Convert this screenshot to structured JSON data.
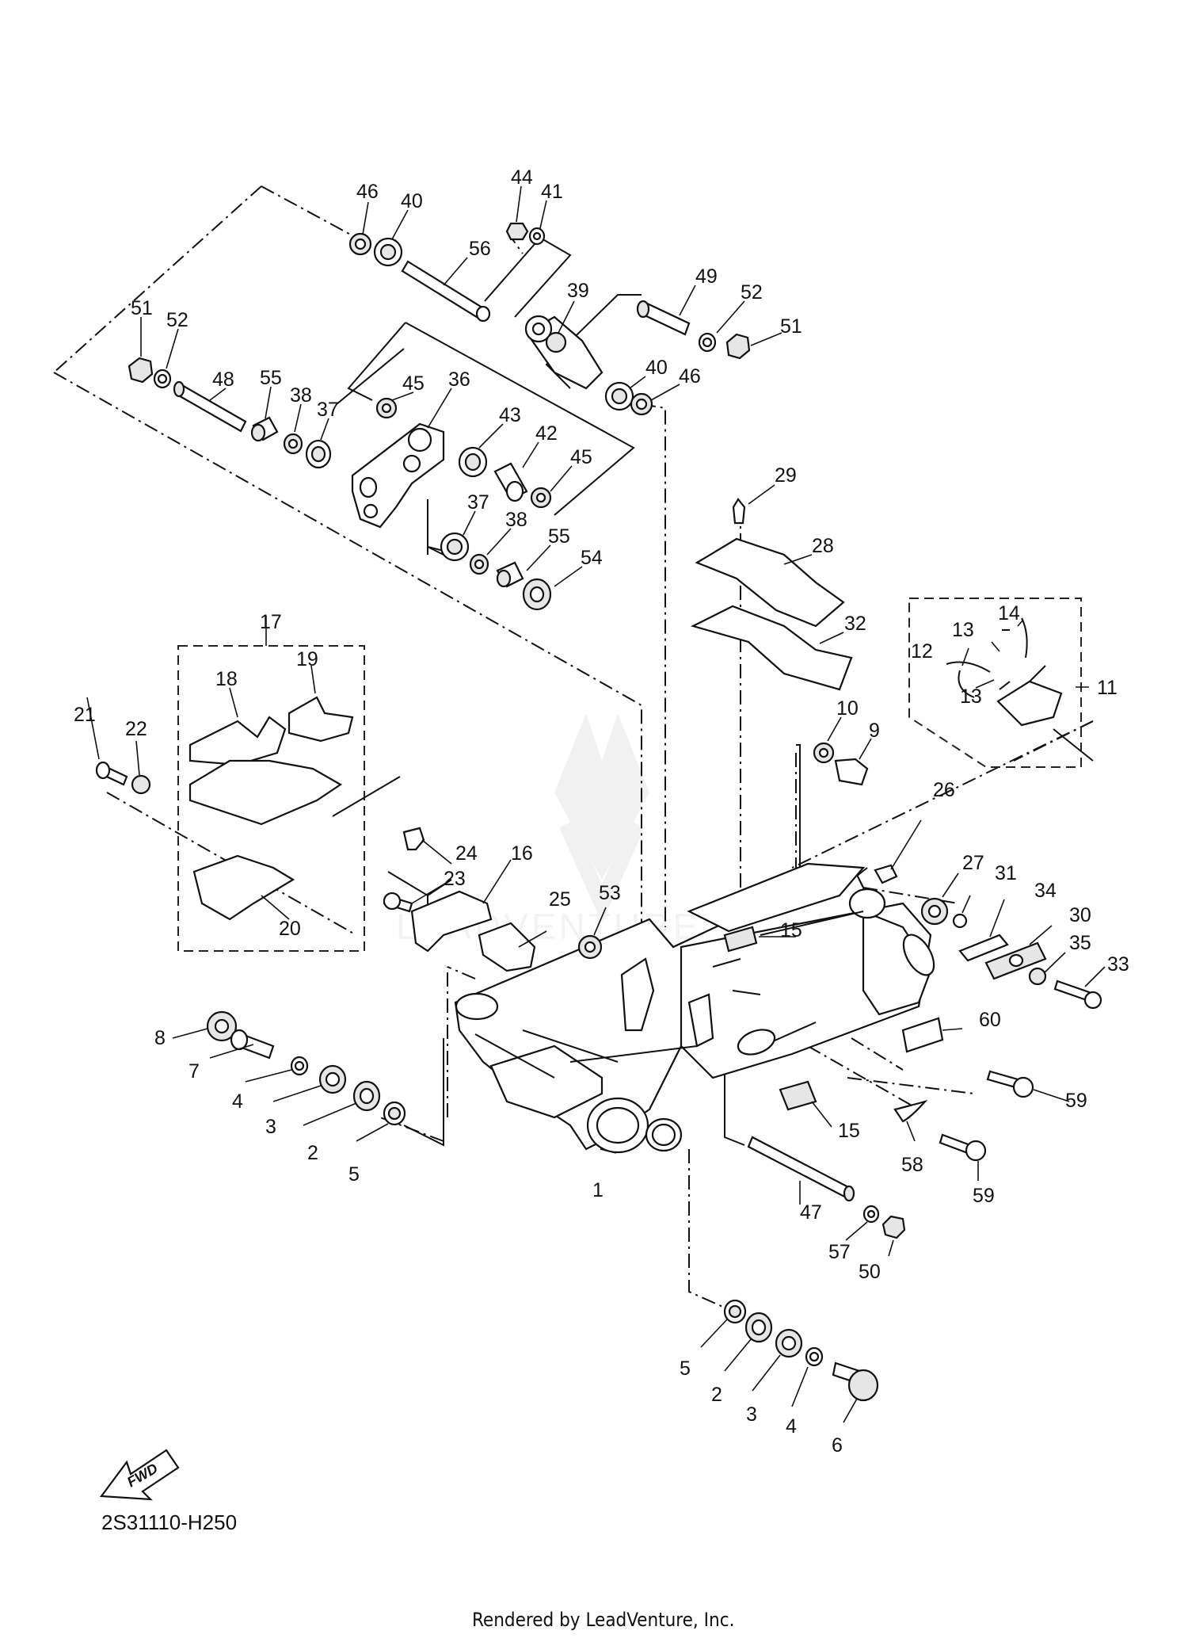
{
  "diagram": {
    "code": "2S31110-H250",
    "footer": "Rendered by LeadVenture, Inc.",
    "fwd_label": "FWD",
    "watermark": "LEADVENTURE",
    "callouts": {
      "c1": "1",
      "c2a": "2",
      "c2b": "2",
      "c3a": "3",
      "c3b": "3",
      "c4a": "4",
      "c4b": "4",
      "c5a": "5",
      "c5b": "5",
      "c6": "6",
      "c7": "7",
      "c8": "8",
      "c9": "9",
      "c10": "10",
      "c11": "11",
      "c12": "12",
      "c13a": "13",
      "c13b": "13",
      "c14": "14",
      "c15a": "15",
      "c15b": "15",
      "c16": "16",
      "c17": "17",
      "c18": "18",
      "c19": "19",
      "c20": "20",
      "c21": "21",
      "c22": "22",
      "c23": "23",
      "c24": "24",
      "c25": "25",
      "c26": "26",
      "c27": "27",
      "c28": "28",
      "c29": "29",
      "c30": "30",
      "c31": "31",
      "c32": "32",
      "c33": "33",
      "c34": "34",
      "c35": "35",
      "c36": "36",
      "c37a": "37",
      "c37b": "37",
      "c38a": "38",
      "c38b": "38",
      "c39": "39",
      "c40a": "40",
      "c40b": "40",
      "c41": "41",
      "c42": "42",
      "c43": "43",
      "c44": "44",
      "c45a": "45",
      "c45b": "45",
      "c46a": "46",
      "c46b": "46",
      "c47": "47",
      "c48": "48",
      "c49": "49",
      "c50": "50",
      "c51a": "51",
      "c51b": "51",
      "c52a": "52",
      "c52b": "52",
      "c53": "53",
      "c54": "54",
      "c55a": "55",
      "c55b": "55",
      "c56": "56",
      "c57": "57",
      "c58": "58",
      "c59a": "59",
      "c59b": "59",
      "c60": "60"
    }
  }
}
